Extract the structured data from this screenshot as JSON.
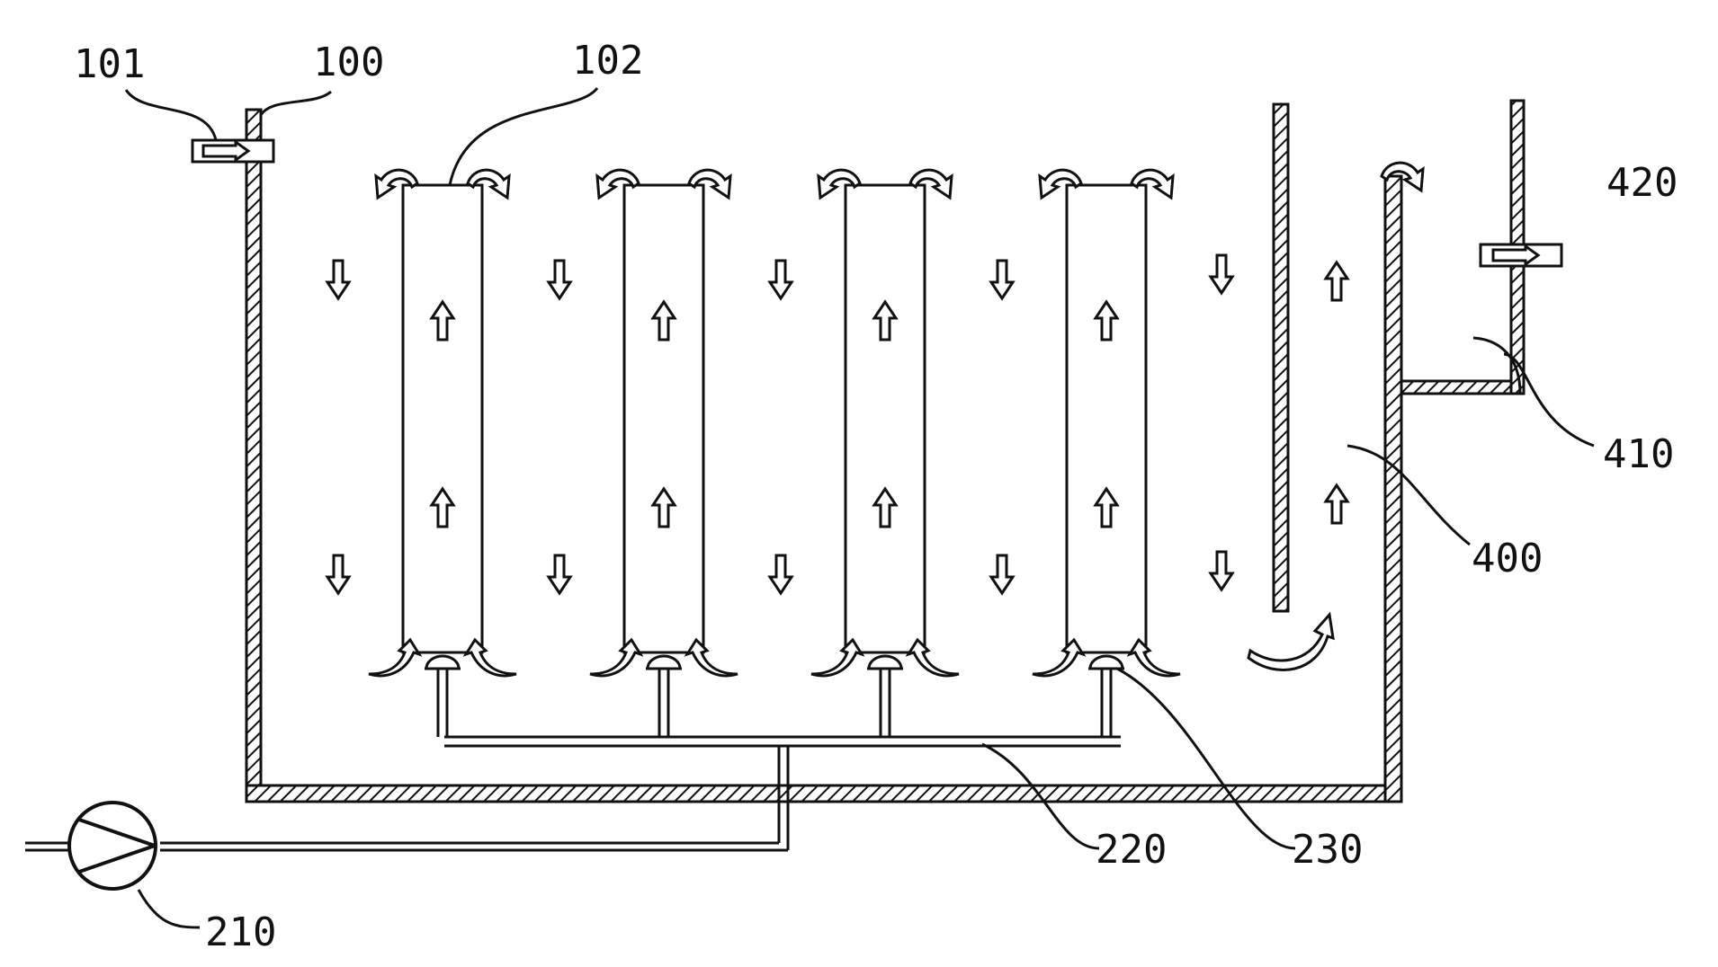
{
  "diagram": {
    "labels": {
      "l100": "100",
      "l101": "101",
      "l102": "102",
      "l210": "210",
      "l220": "220",
      "l230": "230",
      "l400": "400",
      "l410": "410",
      "l420": "420"
    },
    "colors": {
      "ink": "#111111",
      "paper": "#ffffff"
    },
    "reactor_tube_count": 4
  }
}
